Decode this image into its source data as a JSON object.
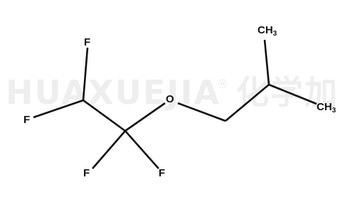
{
  "watermark": {
    "text": "HUAXUEJIA",
    "registered": "®",
    "cjk": "化学加"
  },
  "molecule": {
    "atoms": {
      "f_top": "F",
      "f_left": "F",
      "f_bottom_left": "F",
      "f_bottom_right": "F",
      "oxygen": "O",
      "methyl_top": {
        "element": "CH",
        "subscript": "3"
      },
      "methyl_right": {
        "element": "CH",
        "subscript": "3"
      }
    },
    "colors": {
      "bond": "#111111",
      "label": "#111111",
      "watermark": "#eeeeee"
    }
  }
}
